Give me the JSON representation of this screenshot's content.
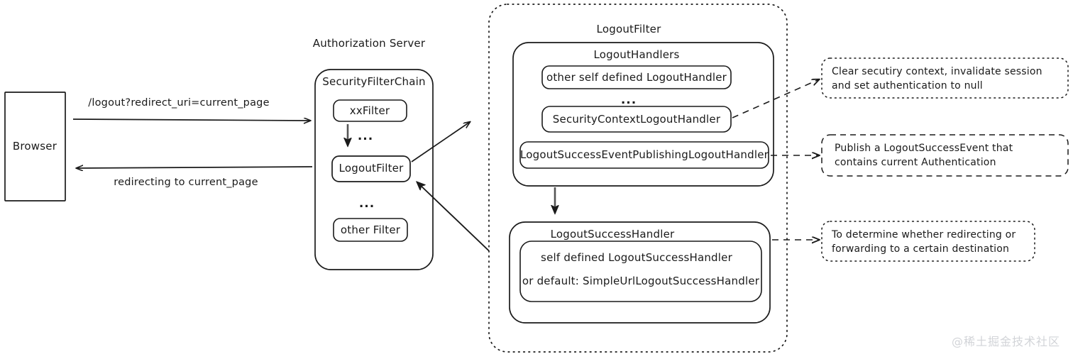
{
  "diagram": {
    "title_hidden": "Spring Security LogoutFilter flow",
    "watermark": "@稀土掘金技术社区"
  },
  "client": {
    "browser_label": "Browser"
  },
  "edges": {
    "request_label": "/logout?redirect_uri=current_page",
    "response_label": "redirecting to current_page"
  },
  "server": {
    "title": "Authorization Server",
    "filter_chain": {
      "title": "SecurityFilterChain",
      "items": [
        {
          "label": "xxFilter"
        },
        {
          "label": "..."
        },
        {
          "label": "LogoutFilter"
        },
        {
          "label": "..."
        },
        {
          "label": "other Filter"
        }
      ]
    }
  },
  "logout_filter": {
    "title": "LogoutFilter",
    "handlers_group": {
      "title": "LogoutHandlers",
      "items": [
        {
          "label": "other self defined LogoutHandler"
        },
        {
          "label": "..."
        },
        {
          "label": "SecurityContextLogoutHandler"
        },
        {
          "label": "LogoutSuccessEventPublishingLogoutHandler"
        }
      ]
    },
    "success_handler_group": {
      "title": "LogoutSuccessHandler",
      "lines": [
        "self defined LogoutSuccessHandler",
        "or default: SimpleUrlLogoutSuccessHandler"
      ]
    }
  },
  "notes": [
    {
      "id": "note-security-context",
      "line1": "Clear secutiry context, invalidate session",
      "line2": "and set authentication to null"
    },
    {
      "id": "note-success-event",
      "line1": "Publish a LogoutSuccessEvent that",
      "line2": "contains current Authentication"
    },
    {
      "id": "note-success-handler",
      "line1": "To determine whether redirecting or",
      "line2": "forwarding to a certain destination"
    }
  ],
  "colors": {
    "stroke": "#1a1a1a",
    "background": "#ffffff",
    "watermark": "#d2d4d8"
  }
}
